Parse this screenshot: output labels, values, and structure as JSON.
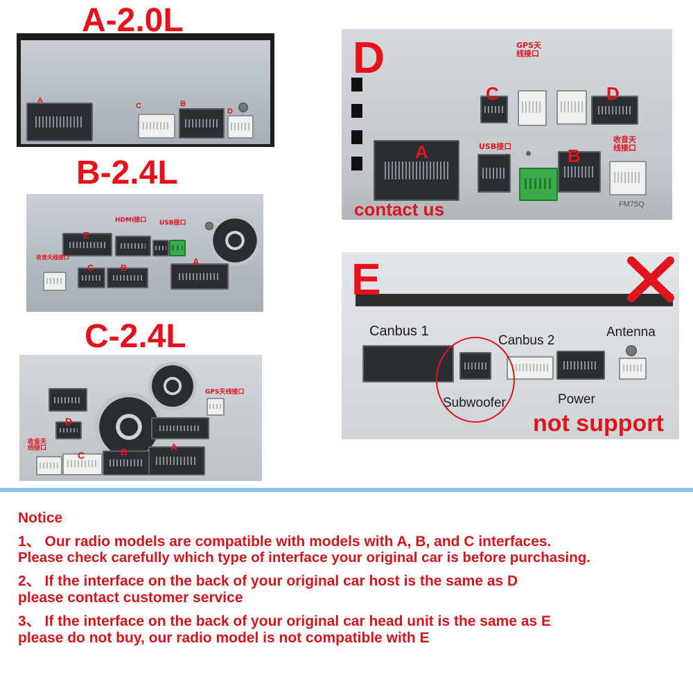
{
  "panels": {
    "a": {
      "title": "A-2.0L",
      "labels": {
        "a": "A",
        "b": "B",
        "c": "C",
        "d": "D"
      }
    },
    "b": {
      "title": "B-2.4L",
      "labels": {
        "e": "E",
        "hdmi": "HDMI接口",
        "usb": "USB接口",
        "radio": "收音天线接口",
        "c": "C",
        "b": "B",
        "a": "A"
      }
    },
    "c": {
      "title": "C-2.4L",
      "labels": {
        "gps": "GPS天线接口",
        "d": "D",
        "radio": "收音天\n线接口",
        "c": "C",
        "b": "B",
        "a": "A"
      }
    },
    "d": {
      "title": "D",
      "labels": {
        "gps": "GPS天\n线接口",
        "c": "C",
        "d": "D",
        "a": "A",
        "usb": "USB接口",
        "b": "B",
        "radio": "收音天\n线接口",
        "contact": "contact us",
        "model": "FM75Q"
      }
    },
    "e": {
      "title": "E",
      "labels": {
        "canbus1": "Canbus 1",
        "canbus2": "Canbus 2",
        "antenna": "Antenna",
        "subwoofer": "Subwoofer",
        "power": "Power",
        "not_support": "not support"
      }
    }
  },
  "notice": {
    "heading": "Notice",
    "lines": [
      "1、 Our radio models are compatible with models with A, B, and C interfaces.",
      "Please check carefully which type of interface your original car is before purchasing.",
      "2、 If the interface on the back of your original car host is the same as D",
      "please contact customer service",
      "3、 If the interface on the back of your original car head unit is the same as E",
      "please do not buy, our radio model is not compatible with E"
    ]
  },
  "colors": {
    "accent_red": "#e8101a",
    "divider_blue": "#8fc3ec"
  }
}
